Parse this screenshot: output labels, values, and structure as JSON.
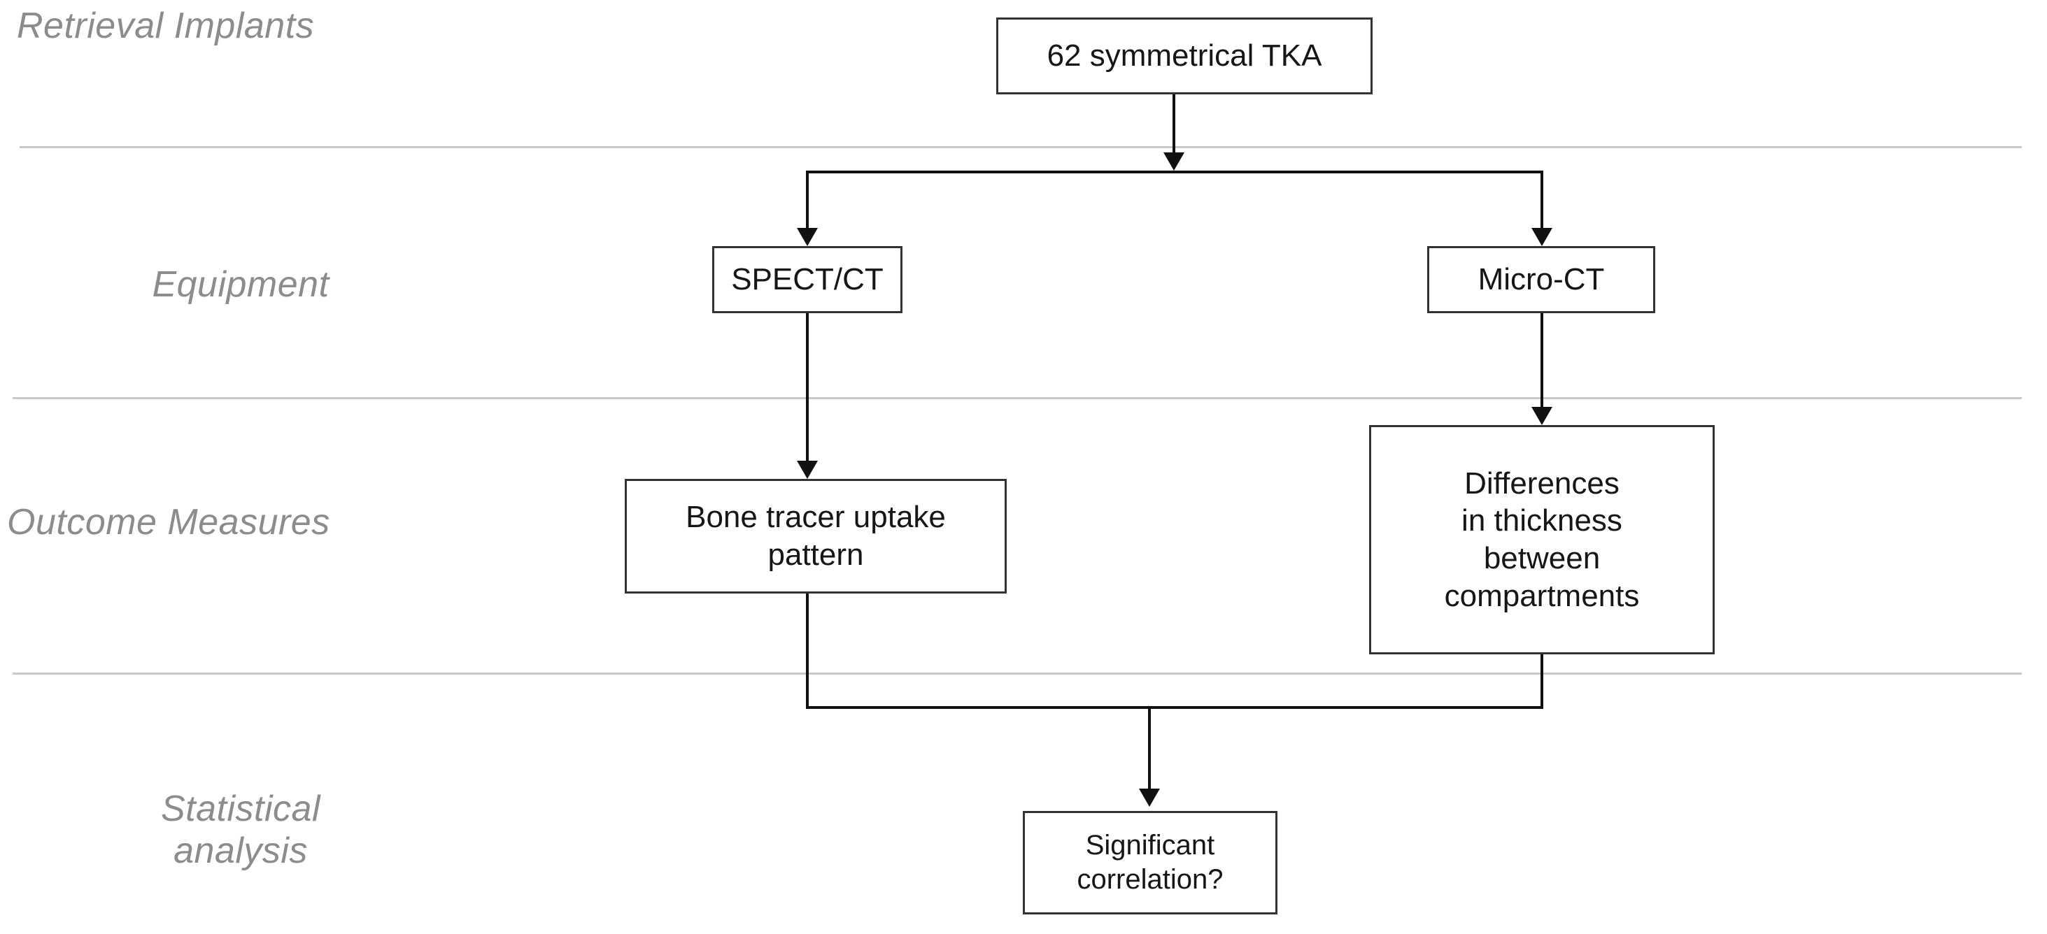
{
  "diagram": {
    "title": "TKA retrieval study flowchart",
    "background_color": "#ffffff",
    "box_border_color": "#333333",
    "connector_color": "#111111",
    "divider_color": "#c9c9c9",
    "label_color": "#8c8c8c"
  },
  "stages": [
    {
      "id": "retrieval-implants",
      "label": "Retrieval Implants"
    },
    {
      "id": "equipment",
      "label": "Equipment"
    },
    {
      "id": "outcome-measures",
      "label": "Outcome Measures"
    },
    {
      "id": "statistical-analysis",
      "label": "Statistical\nanalysis"
    }
  ],
  "nodes": [
    {
      "id": "implants",
      "label": "62 symmetrical TKA"
    },
    {
      "id": "spect-ct",
      "label": "SPECT/CT"
    },
    {
      "id": "micro-ct",
      "label": "Micro-CT"
    },
    {
      "id": "bone-tracer",
      "label": "Bone tracer uptake\npattern"
    },
    {
      "id": "thickness",
      "label": "Differences\nin thickness\nbetween\ncompartments"
    },
    {
      "id": "correlation",
      "label": "Significant\ncorrelation?"
    }
  ],
  "edges": [
    {
      "from": "implants",
      "to": "spect-ct"
    },
    {
      "from": "implants",
      "to": "micro-ct"
    },
    {
      "from": "spect-ct",
      "to": "bone-tracer"
    },
    {
      "from": "micro-ct",
      "to": "thickness"
    },
    {
      "from": "bone-tracer",
      "to": "correlation"
    },
    {
      "from": "thickness",
      "to": "correlation"
    }
  ]
}
